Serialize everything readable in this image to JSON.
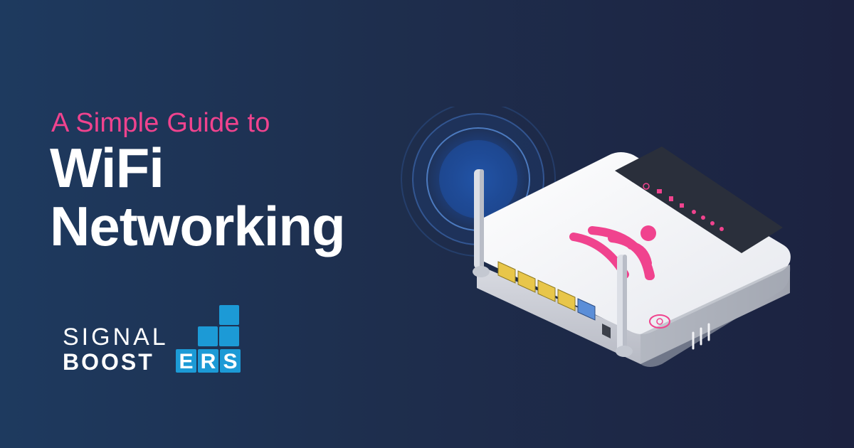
{
  "headline": {
    "subtitle": "A Simple Guide to",
    "title_line1": "WiFi",
    "title_line2": "Networking"
  },
  "logo": {
    "word1": "SIGNAL",
    "word2_plain": "BOOST",
    "word2_letters": [
      "E",
      "R",
      "S"
    ]
  },
  "illustration": {
    "subject": "router-with-antennas",
    "wifi_icon": "wifi-icon",
    "ethernet_ports": 5
  },
  "colors": {
    "accent_pink": "#f0438e",
    "logo_blue": "#1c9ad6",
    "background_left": "#1e3a5f",
    "background_right": "#1c2240"
  }
}
